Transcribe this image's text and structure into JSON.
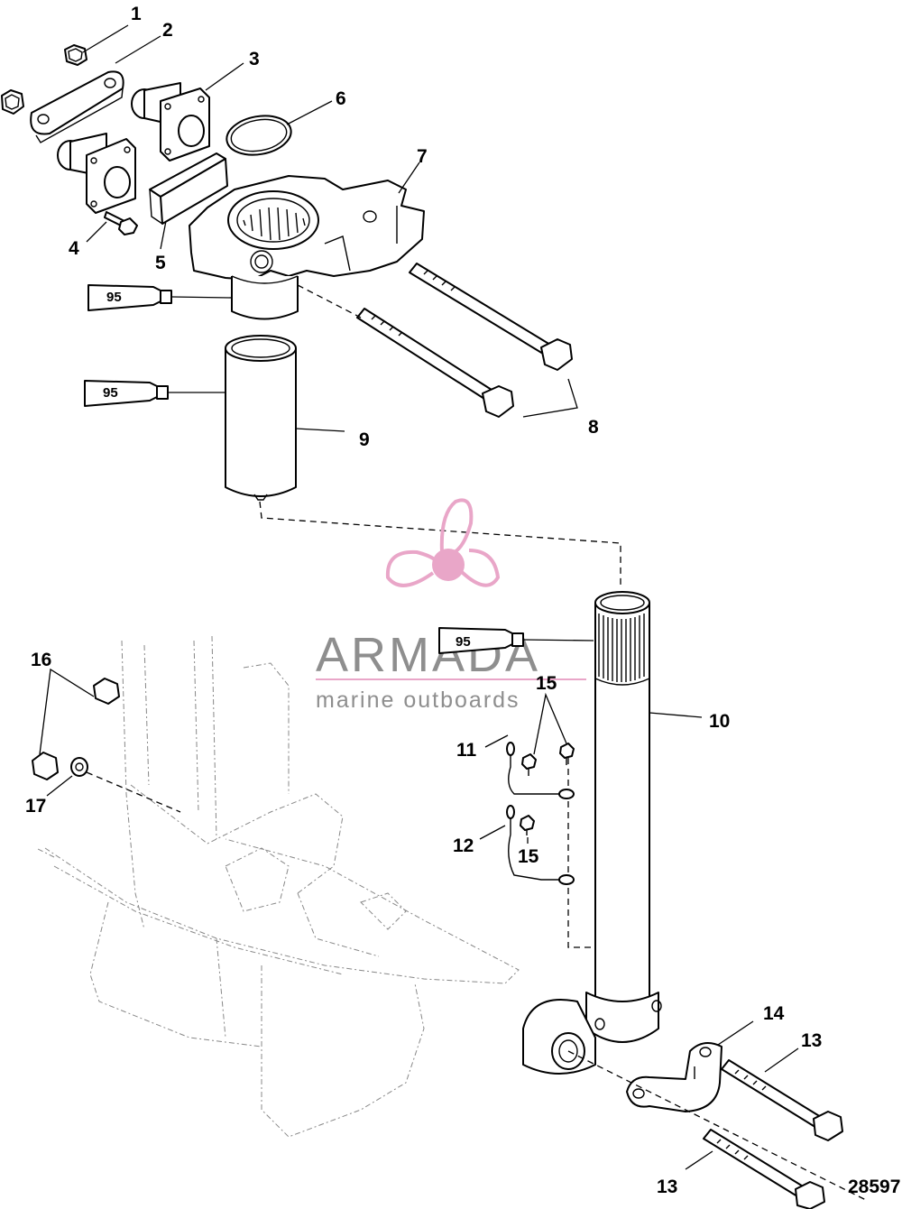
{
  "callouts": {
    "c1": "1",
    "c2": "2",
    "c3": "3",
    "c4": "4",
    "c5": "5",
    "c6": "6",
    "c7": "7",
    "c8": "8",
    "c9": "9",
    "c10": "10",
    "c11": "11",
    "c12": "12",
    "c13a": "13",
    "c13b": "13",
    "c14": "14",
    "c15a": "15",
    "c15b": "15",
    "c16": "16",
    "c17": "17"
  },
  "lubricant_tubes": [
    "95",
    "95",
    "95"
  ],
  "watermark": {
    "brand": "ARMADA",
    "tagline": "marine outboards",
    "logo": "propeller-logo",
    "color": "#e9a6c8"
  },
  "figure_number": "28597"
}
